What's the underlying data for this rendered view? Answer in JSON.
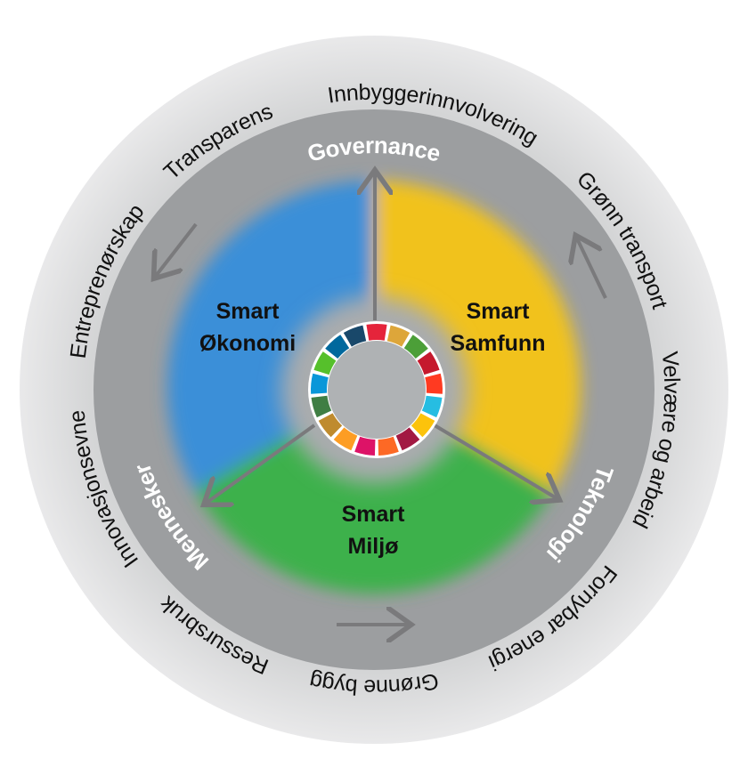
{
  "outer_ring": {
    "labels": [
      {
        "text": "Innbyggerinnvolvering",
        "angle": 12
      },
      {
        "text": "Grønn transport",
        "angle": 59
      },
      {
        "text": "Velvære og arbeid",
        "angle": 100
      },
      {
        "text": "Fornybar energi",
        "angle": 142
      },
      {
        "text": "Grønne bygg",
        "angle": 180
      },
      {
        "text": "Ressursbruk",
        "angle": 213
      },
      {
        "text": "Innovasjonsevne",
        "angle": 250
      },
      {
        "text": "Entreprenørskap",
        "angle": 292
      },
      {
        "text": "Transparens",
        "angle": 328
      }
    ]
  },
  "inner_ring": {
    "labels": [
      {
        "text": "Governance",
        "angle": 0
      },
      {
        "text": "Teknologi",
        "angle": 121
      },
      {
        "text": "Mennesker",
        "angle": 238
      }
    ]
  },
  "sectors": [
    {
      "line1": "Smart",
      "line2": "Økonomi",
      "color": "#3a8fd8"
    },
    {
      "line1": "Smart",
      "line2": "Samfunn",
      "color": "#f1c21f"
    },
    {
      "line1": "Smart",
      "line2": "Miljø",
      "color": "#3cb14b"
    }
  ],
  "sdg_colors": [
    "#E5243B",
    "#DDA63A",
    "#4C9F38",
    "#C5192D",
    "#FF3A21",
    "#26BDE2",
    "#FCC30B",
    "#A21942",
    "#FD6925",
    "#DD1367",
    "#FD9D24",
    "#BF8B2E",
    "#3F7E44",
    "#0A97D9",
    "#56C02B",
    "#00689D",
    "#19486A"
  ]
}
